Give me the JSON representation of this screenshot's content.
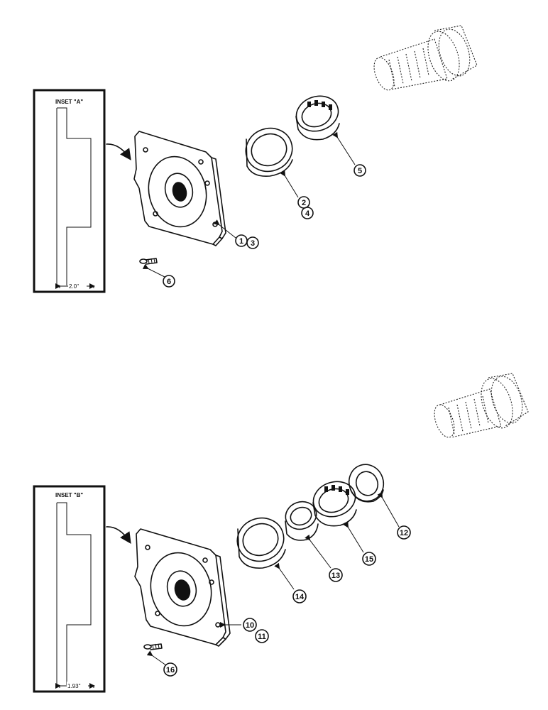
{
  "insets": [
    {
      "id": "A",
      "title": "INSET \"A\"",
      "dimension": "2.0\""
    },
    {
      "id": "B",
      "title": "INSET \"B\"",
      "dimension": "1.93\""
    }
  ],
  "callouts": {
    "c1": "1",
    "c2": "2",
    "c3": "3",
    "c4": "4",
    "c5": "5",
    "c6": "6",
    "c10": "10",
    "c11": "11",
    "c12": "12",
    "c13": "13",
    "c14": "14",
    "c15": "15",
    "c16": "16"
  }
}
